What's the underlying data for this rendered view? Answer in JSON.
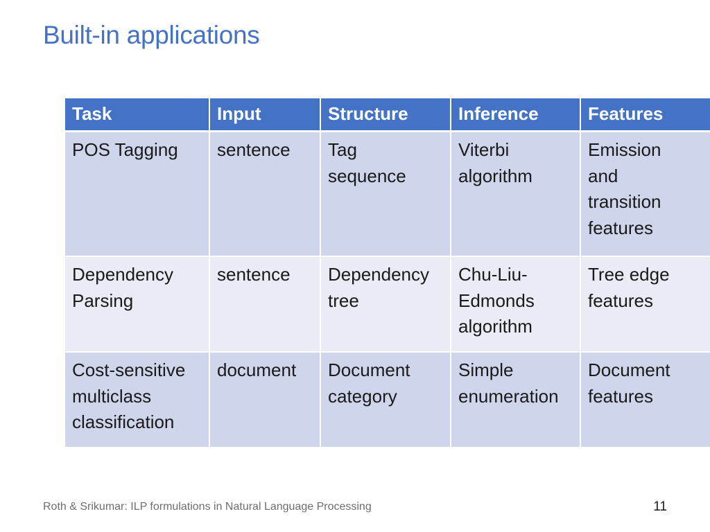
{
  "title": "Built-in applications",
  "table": {
    "headers": [
      "Task",
      "Input",
      "Structure",
      "Inference",
      "Features"
    ],
    "rows": [
      [
        [
          "POS Tagging"
        ],
        [
          "sentence"
        ],
        [
          "Tag",
          "sequence"
        ],
        [
          "Viterbi",
          "algorithm"
        ],
        [
          "Emission",
          "and",
          "transition",
          "features"
        ]
      ],
      [
        [
          "Dependency",
          "Parsing"
        ],
        [
          "sentence"
        ],
        [
          "Dependency",
          "tree"
        ],
        [
          "Chu-Liu-",
          "Edmonds",
          "algorithm"
        ],
        [
          "Tree edge",
          "features"
        ]
      ],
      [
        [
          "Cost-sensitive",
          "multiclass",
          "classification"
        ],
        [
          "document"
        ],
        [
          "Document",
          "category"
        ],
        [
          "Simple",
          "enumeration"
        ],
        [
          "Document",
          "features"
        ]
      ]
    ]
  },
  "footer": {
    "text": "Roth & Srikumar: ILP formulations in Natural Language Processing",
    "page_number": "11"
  },
  "colors": {
    "title": "#4472c4",
    "header_bg": "#4472c4",
    "row_odd_bg": "#cfd5ea",
    "row_even_bg": "#e9ebf5"
  }
}
